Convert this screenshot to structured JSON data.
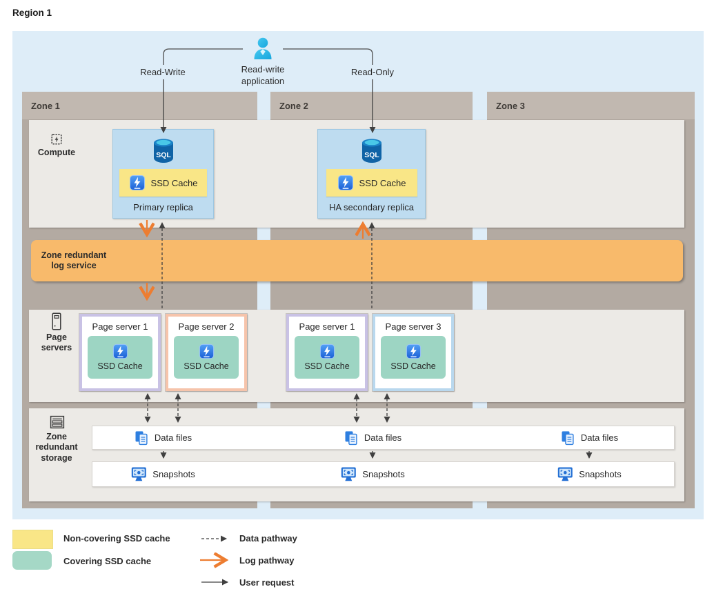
{
  "region": {
    "title": "Region 1"
  },
  "top": {
    "app_label_line1": "Read-write",
    "app_label_line2": "application",
    "read_write": "Read-Write",
    "read_only": "Read-Only"
  },
  "zones": {
    "zone1": "Zone 1",
    "zone2": "Zone 2",
    "zone3": "Zone 3"
  },
  "compute": {
    "section_label": "Compute",
    "primary": {
      "sql": "SQL",
      "cache": "SSD Cache",
      "title": "Primary replica"
    },
    "secondary": {
      "sql": "SQL",
      "cache": "SSD Cache",
      "title": "HA secondary replica"
    }
  },
  "log_service": {
    "label_line1": "Zone redundant",
    "label_line2": "log service"
  },
  "page_servers": {
    "section_label_line1": "Page",
    "section_label_line2": "servers",
    "servers": [
      {
        "name": "Page server 1",
        "cache": "SSD Cache",
        "variant": "lavender"
      },
      {
        "name": "Page server 2",
        "cache": "SSD Cache",
        "variant": "peach"
      },
      {
        "name": "Page server 1",
        "cache": "SSD Cache",
        "variant": "lavender"
      },
      {
        "name": "Page server 3",
        "cache": "SSD Cache",
        "variant": "blue"
      }
    ]
  },
  "storage": {
    "section_label_line1": "Zone",
    "section_label_line2": "redundant",
    "section_label_line3": "storage",
    "data_files": "Data files",
    "snapshots": "Snapshots"
  },
  "legend": {
    "non_covering": "Non-covering SSD cache",
    "covering": "Covering SSD cache",
    "data_pathway": "Data pathway",
    "log_pathway": "Log pathway",
    "user_request": "User request"
  },
  "icons": {
    "application": "person-icon",
    "database": "sql-database-icon",
    "ssd": "ssd-disk-icon",
    "compute": "chip-icon",
    "page_servers": "server-tower-icon",
    "storage": "storage-stack-icon",
    "data_files": "files-icon",
    "snapshots": "snapshot-monitor-icon"
  },
  "colors": {
    "region_bg": "#deedf8",
    "zone_header": "#c1b8b0",
    "zone_column": "#b3aaa2",
    "section_band": "#eceae6",
    "log_band": "#f8ba6b",
    "replica_box": "#bedcf0",
    "non_covering_cache": "#f9e687",
    "covering_cache": "#9dd5c3",
    "page_server_1_border": "#c9c2e5",
    "page_server_2_border": "#f6c4ab",
    "page_server_3_border": "#b9d8ee",
    "log_arrow": "#ed7d31",
    "dark_arrow": "#404040"
  }
}
